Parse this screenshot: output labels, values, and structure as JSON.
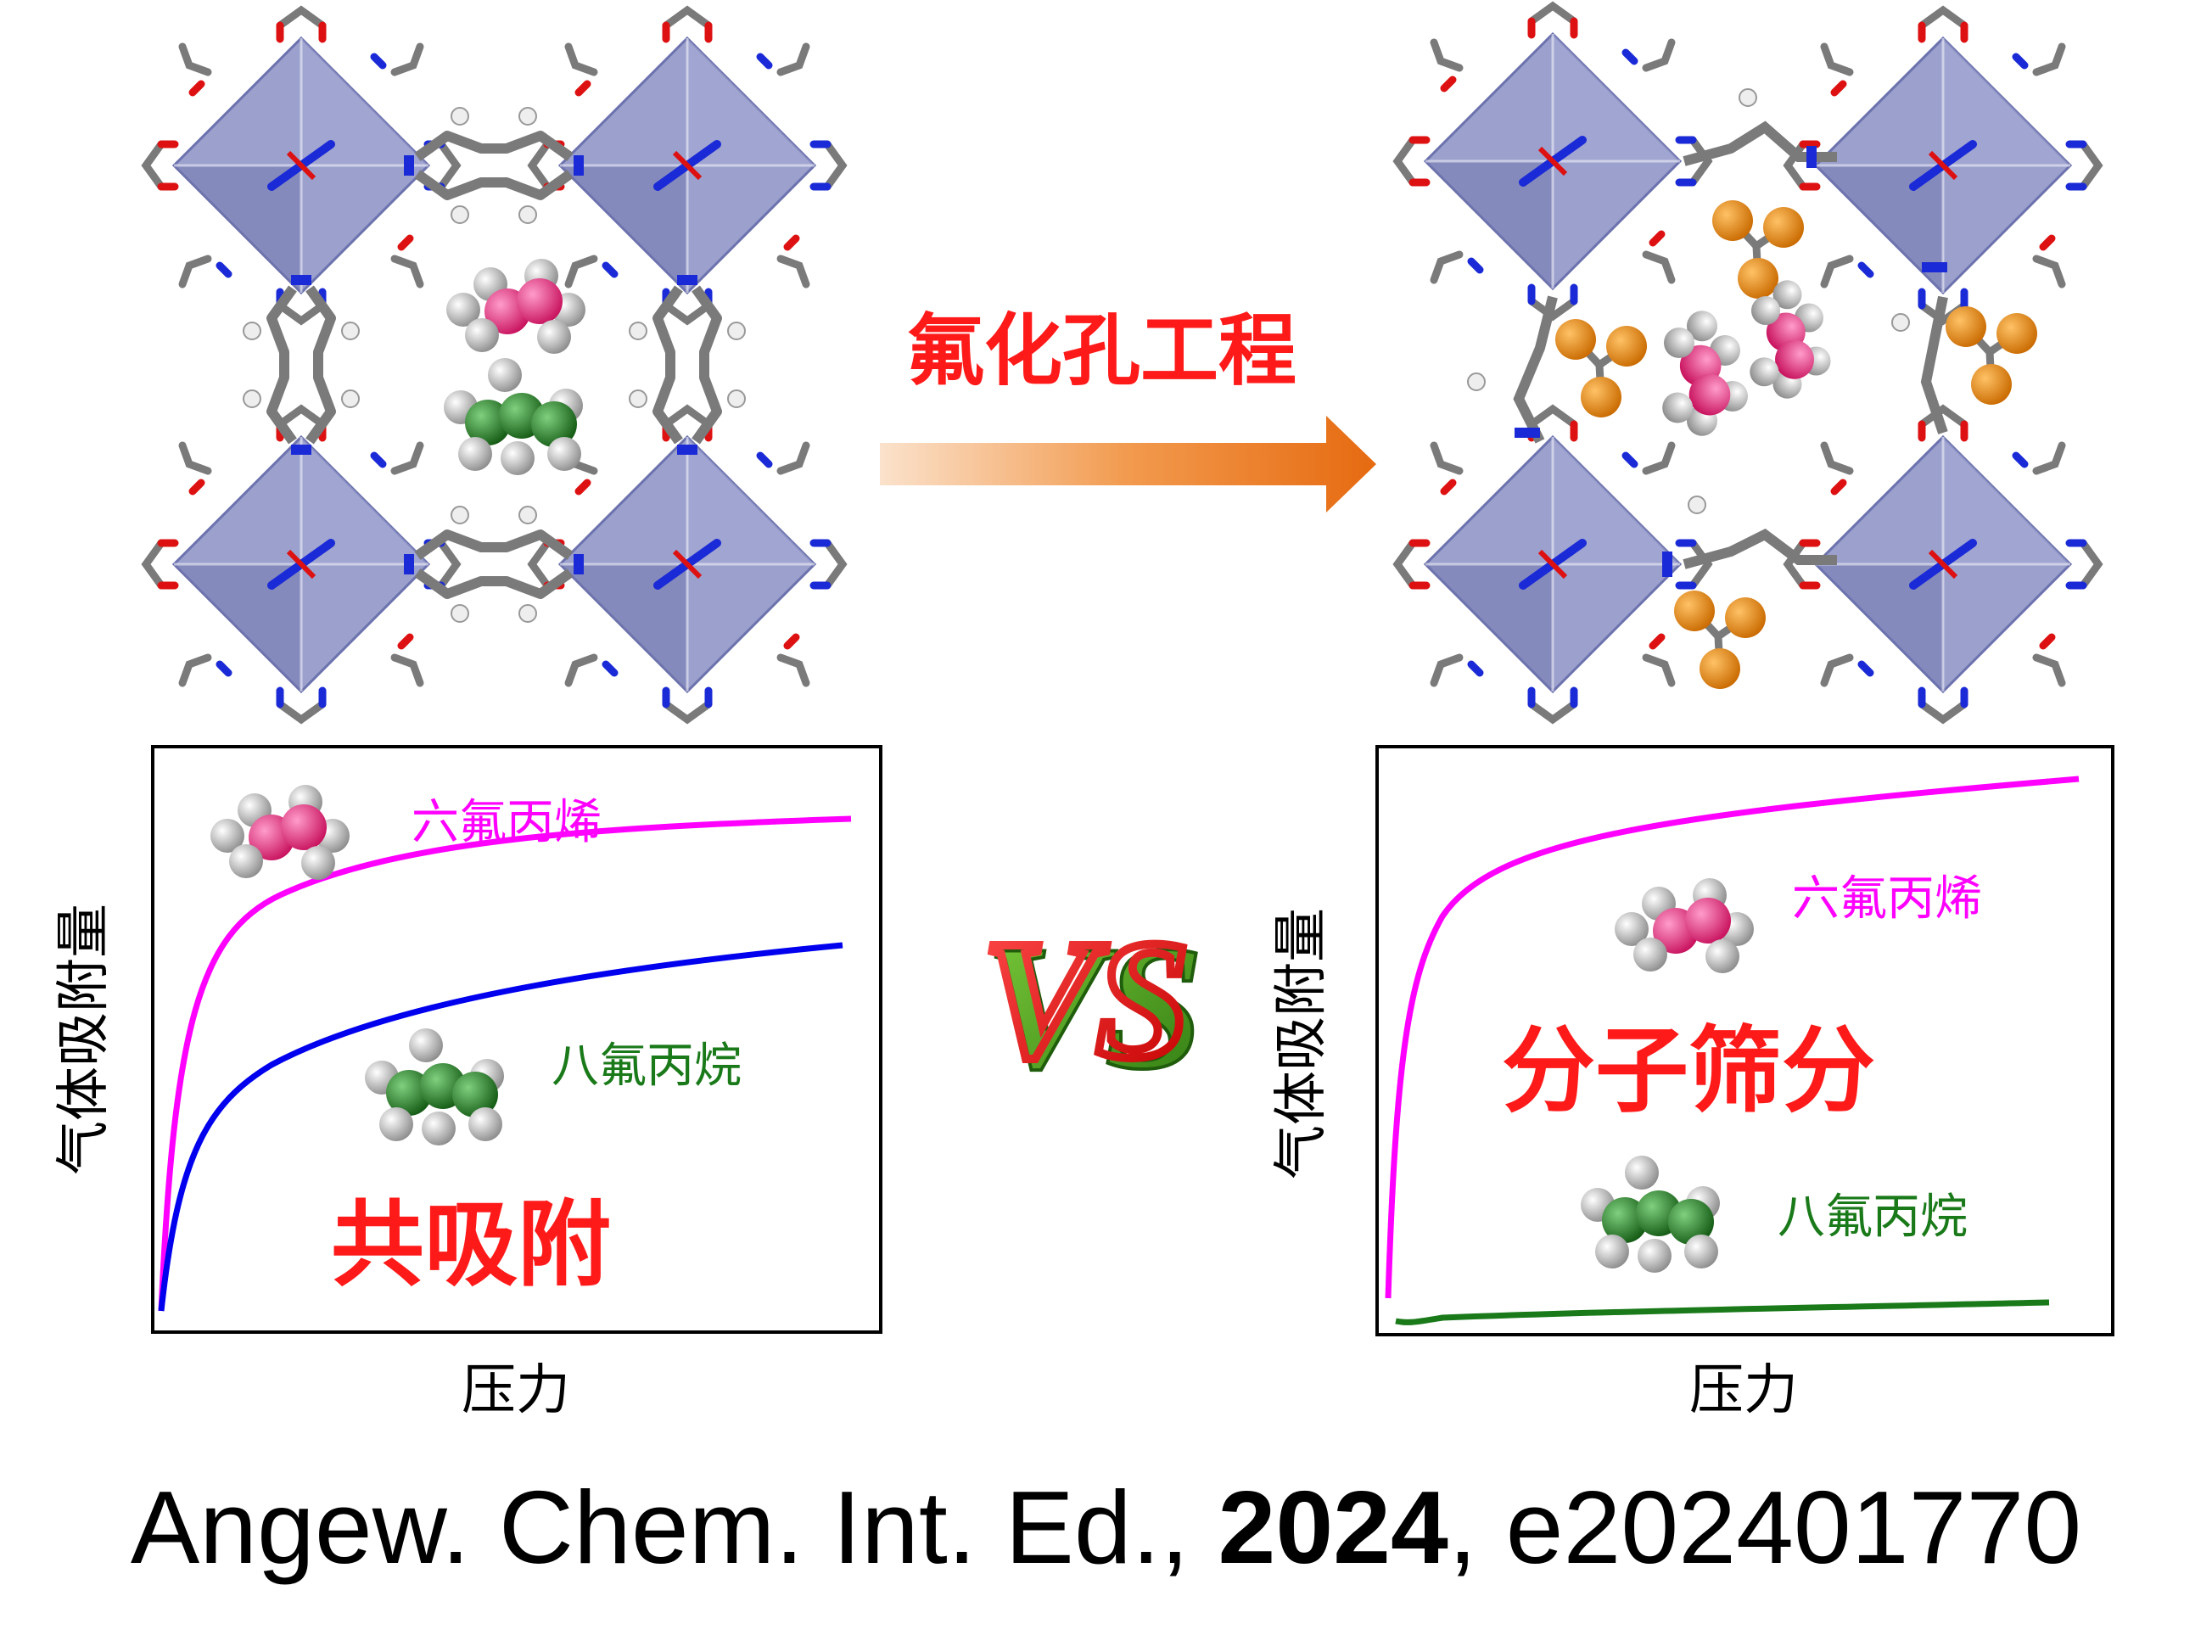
{
  "arrow": {
    "label": "氟化孔工程",
    "label_color": "#ff1a1a"
  },
  "vs_label": "VS",
  "left_plot": {
    "ylabel": "气体吸附量",
    "xlabel": "压力",
    "curve_top_label": "六氟丙烯",
    "curve_bottom_label": "八氟丙烷",
    "big_label": "共吸附",
    "chart_data": {
      "type": "line",
      "series": [
        {
          "name": "六氟丙烯",
          "color": "#ff00ff",
          "shape": "type-I high"
        },
        {
          "name": "八氟丙烷",
          "color": "#0000ee",
          "shape": "type-I lower"
        }
      ]
    }
  },
  "right_plot": {
    "ylabel": "气体吸附量",
    "xlabel": "压力",
    "curve_top_label": "六氟丙烯",
    "curve_bottom_label": "八氟丙烷",
    "big_label": "分子筛分",
    "chart_data": {
      "type": "line",
      "series": [
        {
          "name": "六氟丙烯",
          "color": "#ff00ff",
          "shape": "steep uptake"
        },
        {
          "name": "八氟丙烷",
          "color": "#1a7a1a",
          "shape": "near zero"
        }
      ]
    }
  },
  "citation": {
    "journal": "Angew. Chem. Int. Ed.,",
    "year": "2024",
    "id": ", e202401770"
  },
  "colors": {
    "magenta": "#ff00ff",
    "blue": "#0000ee",
    "green": "#1a7a1a",
    "red_text": "#ff1a1a",
    "polyhedron": "#8a8fc4",
    "fluorine": "#f39c12",
    "oxygen": "#dd1111",
    "nitrogen": "#1a2ad6",
    "carbon": "#7a7a7a"
  }
}
